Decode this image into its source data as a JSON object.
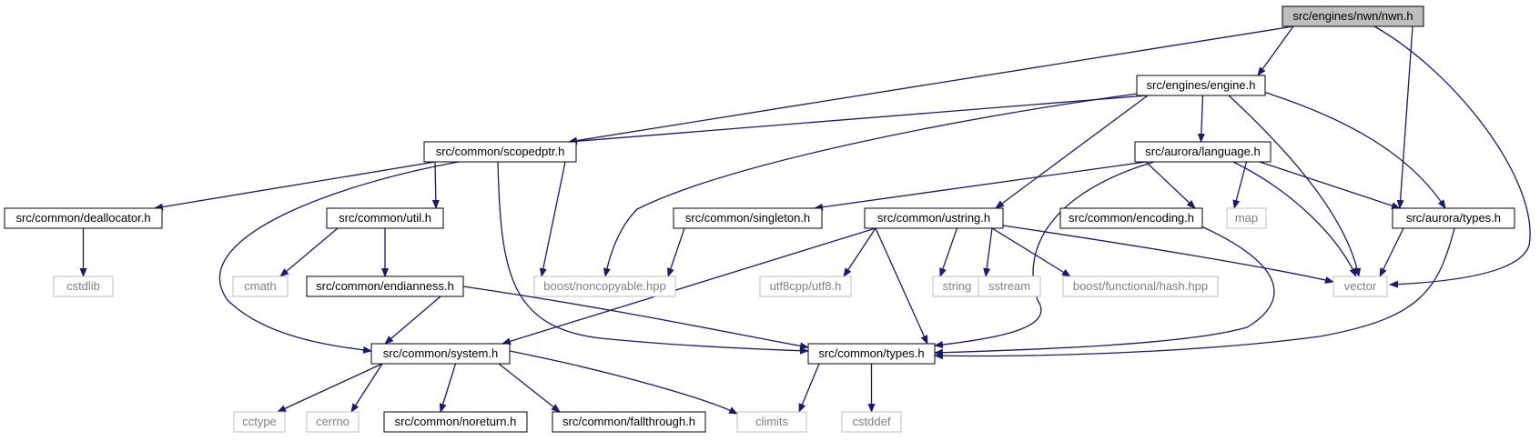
{
  "graph": {
    "root": "src/engines/nwn/nwn.h",
    "colors": {
      "edge": "#191970",
      "root_fill": "#bfbfbf",
      "node_border": "#000000",
      "external_border": "#bfbfbf",
      "external_text": "#808080",
      "text": "#000000"
    },
    "nodes": [
      {
        "id": "nwn",
        "label": "src/engines/nwn/nwn.h",
        "kind": "root"
      },
      {
        "id": "engine",
        "label": "src/engines/engine.h",
        "kind": "header"
      },
      {
        "id": "scopedptr",
        "label": "src/common/scopedptr.h",
        "kind": "header"
      },
      {
        "id": "language",
        "label": "src/aurora/language.h",
        "kind": "header"
      },
      {
        "id": "deallocator",
        "label": "src/common/deallocator.h",
        "kind": "header"
      },
      {
        "id": "util",
        "label": "src/common/util.h",
        "kind": "header"
      },
      {
        "id": "singleton",
        "label": "src/common/singleton.h",
        "kind": "header"
      },
      {
        "id": "ustring",
        "label": "src/common/ustring.h",
        "kind": "header"
      },
      {
        "id": "encoding",
        "label": "src/common/encoding.h",
        "kind": "header"
      },
      {
        "id": "map",
        "label": "map",
        "kind": "external"
      },
      {
        "id": "auroratypes",
        "label": "src/aurora/types.h",
        "kind": "header"
      },
      {
        "id": "cstdlib",
        "label": "cstdlib",
        "kind": "external"
      },
      {
        "id": "cmath",
        "label": "cmath",
        "kind": "external"
      },
      {
        "id": "endianness",
        "label": "src/common/endianness.h",
        "kind": "header"
      },
      {
        "id": "noncopyable",
        "label": "boost/noncopyable.hpp",
        "kind": "external"
      },
      {
        "id": "utf8",
        "label": "utf8cpp/utf8.h",
        "kind": "external"
      },
      {
        "id": "string",
        "label": "string",
        "kind": "external"
      },
      {
        "id": "sstream",
        "label": "sstream",
        "kind": "external"
      },
      {
        "id": "hash",
        "label": "boost/functional/hash.hpp",
        "kind": "external"
      },
      {
        "id": "vector",
        "label": "vector",
        "kind": "external"
      },
      {
        "id": "system",
        "label": "src/common/system.h",
        "kind": "header"
      },
      {
        "id": "commontypes",
        "label": "src/common/types.h",
        "kind": "header"
      },
      {
        "id": "cctype",
        "label": "cctype",
        "kind": "external"
      },
      {
        "id": "cerrno",
        "label": "cerrno",
        "kind": "external"
      },
      {
        "id": "noreturn",
        "label": "src/common/noreturn.h",
        "kind": "header"
      },
      {
        "id": "fallthrough",
        "label": "src/common/fallthrough.h",
        "kind": "header"
      },
      {
        "id": "climits",
        "label": "climits",
        "kind": "external"
      },
      {
        "id": "cstddef",
        "label": "cstddef",
        "kind": "external"
      }
    ],
    "edges": [
      {
        "from": "nwn",
        "to": "engine"
      },
      {
        "from": "nwn",
        "to": "scopedptr"
      },
      {
        "from": "nwn",
        "to": "auroratypes"
      },
      {
        "from": "nwn",
        "to": "vector"
      },
      {
        "from": "engine",
        "to": "scopedptr"
      },
      {
        "from": "engine",
        "to": "noncopyable"
      },
      {
        "from": "engine",
        "to": "ustring"
      },
      {
        "from": "engine",
        "to": "language"
      },
      {
        "from": "engine",
        "to": "vector"
      },
      {
        "from": "engine",
        "to": "auroratypes"
      },
      {
        "from": "scopedptr",
        "to": "deallocator"
      },
      {
        "from": "scopedptr",
        "to": "util"
      },
      {
        "from": "scopedptr",
        "to": "system"
      },
      {
        "from": "scopedptr",
        "to": "noncopyable"
      },
      {
        "from": "scopedptr",
        "to": "commontypes"
      },
      {
        "from": "language",
        "to": "singleton"
      },
      {
        "from": "language",
        "to": "encoding"
      },
      {
        "from": "language",
        "to": "map"
      },
      {
        "from": "language",
        "to": "vector"
      },
      {
        "from": "language",
        "to": "auroratypes"
      },
      {
        "from": "language",
        "to": "commontypes"
      },
      {
        "from": "deallocator",
        "to": "cstdlib"
      },
      {
        "from": "util",
        "to": "cmath"
      },
      {
        "from": "util",
        "to": "endianness"
      },
      {
        "from": "singleton",
        "to": "noncopyable"
      },
      {
        "from": "ustring",
        "to": "system"
      },
      {
        "from": "ustring",
        "to": "utf8"
      },
      {
        "from": "ustring",
        "to": "string"
      },
      {
        "from": "ustring",
        "to": "sstream"
      },
      {
        "from": "ustring",
        "to": "hash"
      },
      {
        "from": "ustring",
        "to": "vector"
      },
      {
        "from": "ustring",
        "to": "commontypes"
      },
      {
        "from": "encoding",
        "to": "commontypes"
      },
      {
        "from": "auroratypes",
        "to": "vector"
      },
      {
        "from": "auroratypes",
        "to": "commontypes"
      },
      {
        "from": "endianness",
        "to": "system"
      },
      {
        "from": "endianness",
        "to": "commontypes"
      },
      {
        "from": "system",
        "to": "cctype"
      },
      {
        "from": "system",
        "to": "cerrno"
      },
      {
        "from": "system",
        "to": "noreturn"
      },
      {
        "from": "system",
        "to": "fallthrough"
      },
      {
        "from": "system",
        "to": "climits"
      },
      {
        "from": "commontypes",
        "to": "climits"
      },
      {
        "from": "commontypes",
        "to": "cstddef"
      }
    ]
  }
}
